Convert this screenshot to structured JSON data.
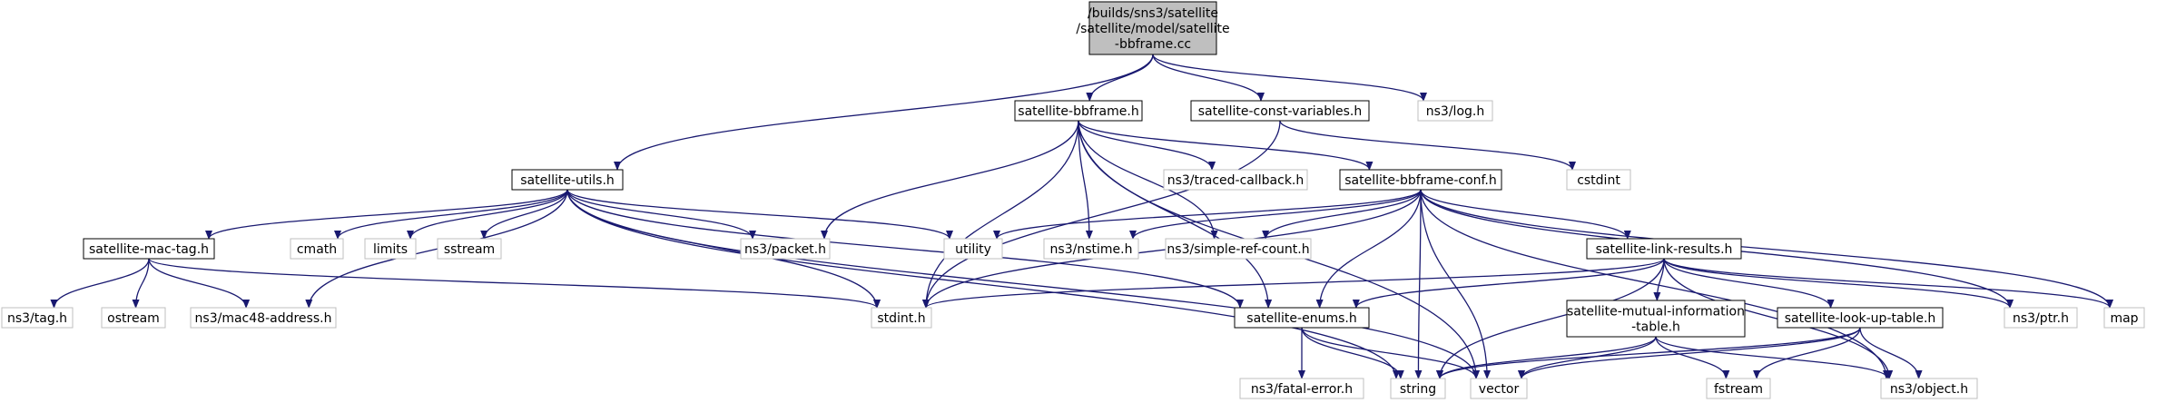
{
  "colors": {
    "edge": "#191970",
    "root_fill": "#bfbfbf",
    "boxed_border": "#000000",
    "gray_border": "#bfbfbf",
    "background": "#ffffff"
  },
  "nodes": {
    "root": {
      "lines": [
        "/builds/sns3/satellite",
        "/satellite/model/satellite",
        "-bbframe.cc"
      ],
      "style": "root"
    },
    "bbframe_h": {
      "lines": [
        "satellite-bbframe.h"
      ],
      "style": "boxed"
    },
    "const_vars": {
      "lines": [
        "satellite-const-variables.h"
      ],
      "style": "boxed"
    },
    "ns3_log": {
      "lines": [
        "ns3/log.h"
      ],
      "style": "gray"
    },
    "utils_h": {
      "lines": [
        "satellite-utils.h"
      ],
      "style": "boxed"
    },
    "traced_cb": {
      "lines": [
        "ns3/traced-callback.h"
      ],
      "style": "gray"
    },
    "bbframe_conf": {
      "lines": [
        "satellite-bbframe-conf.h"
      ],
      "style": "boxed"
    },
    "cstdint": {
      "lines": [
        "cstdint"
      ],
      "style": "gray"
    },
    "mac_tag": {
      "lines": [
        "satellite-mac-tag.h"
      ],
      "style": "boxed"
    },
    "cmath": {
      "lines": [
        "cmath"
      ],
      "style": "gray"
    },
    "limits": {
      "lines": [
        "limits"
      ],
      "style": "gray"
    },
    "sstream": {
      "lines": [
        "sstream"
      ],
      "style": "gray"
    },
    "ns3_packet": {
      "lines": [
        "ns3/packet.h"
      ],
      "style": "gray"
    },
    "utility": {
      "lines": [
        "utility"
      ],
      "style": "gray"
    },
    "ns3_nstime": {
      "lines": [
        "ns3/nstime.h"
      ],
      "style": "gray"
    },
    "simple_ref": {
      "lines": [
        "ns3/simple-ref-count.h"
      ],
      "style": "gray"
    },
    "link_results": {
      "lines": [
        "satellite-link-results.h"
      ],
      "style": "boxed"
    },
    "ns3_tag": {
      "lines": [
        "ns3/tag.h"
      ],
      "style": "gray"
    },
    "ostream": {
      "lines": [
        "ostream"
      ],
      "style": "gray"
    },
    "mac48": {
      "lines": [
        "ns3/mac48-address.h"
      ],
      "style": "gray"
    },
    "stdint": {
      "lines": [
        "stdint.h"
      ],
      "style": "gray"
    },
    "enums_h": {
      "lines": [
        "satellite-enums.h"
      ],
      "style": "boxed"
    },
    "mutual_info": {
      "lines": [
        "satellite-mutual-information",
        "-table.h"
      ],
      "style": "boxed"
    },
    "lookup_table": {
      "lines": [
        "satellite-look-up-table.h"
      ],
      "style": "boxed"
    },
    "ns3_ptr": {
      "lines": [
        "ns3/ptr.h"
      ],
      "style": "gray"
    },
    "map": {
      "lines": [
        "map"
      ],
      "style": "gray"
    },
    "fatal_error": {
      "lines": [
        "ns3/fatal-error.h"
      ],
      "style": "gray"
    },
    "string": {
      "lines": [
        "string"
      ],
      "style": "gray"
    },
    "vector": {
      "lines": [
        "vector"
      ],
      "style": "gray"
    },
    "fstream": {
      "lines": [
        "fstream"
      ],
      "style": "gray"
    },
    "ns3_object": {
      "lines": [
        "ns3/object.h"
      ],
      "style": "gray"
    }
  },
  "edges": [
    [
      "root",
      "bbframe_h"
    ],
    [
      "root",
      "const_vars"
    ],
    [
      "root",
      "ns3_log"
    ],
    [
      "root",
      "utils_h"
    ],
    [
      "bbframe_h",
      "traced_cb"
    ],
    [
      "bbframe_h",
      "bbframe_conf"
    ],
    [
      "bbframe_h",
      "ns3_packet"
    ],
    [
      "bbframe_h",
      "ns3_nstime"
    ],
    [
      "bbframe_h",
      "simple_ref"
    ],
    [
      "bbframe_h",
      "stdint"
    ],
    [
      "bbframe_h",
      "enums_h"
    ],
    [
      "bbframe_h",
      "vector"
    ],
    [
      "const_vars",
      "cstdint"
    ],
    [
      "const_vars",
      "stdint"
    ],
    [
      "utils_h",
      "mac_tag"
    ],
    [
      "utils_h",
      "cmath"
    ],
    [
      "utils_h",
      "limits"
    ],
    [
      "utils_h",
      "sstream"
    ],
    [
      "utils_h",
      "ns3_packet"
    ],
    [
      "utils_h",
      "utility"
    ],
    [
      "utils_h",
      "mac48"
    ],
    [
      "utils_h",
      "stdint"
    ],
    [
      "utils_h",
      "enums_h"
    ],
    [
      "utils_h",
      "string"
    ],
    [
      "utils_h",
      "vector"
    ],
    [
      "mac_tag",
      "ns3_tag"
    ],
    [
      "mac_tag",
      "ostream"
    ],
    [
      "mac_tag",
      "mac48"
    ],
    [
      "mac_tag",
      "stdint"
    ],
    [
      "bbframe_conf",
      "utility"
    ],
    [
      "bbframe_conf",
      "ns3_nstime"
    ],
    [
      "bbframe_conf",
      "simple_ref"
    ],
    [
      "bbframe_conf",
      "link_results"
    ],
    [
      "bbframe_conf",
      "stdint"
    ],
    [
      "bbframe_conf",
      "enums_h"
    ],
    [
      "bbframe_conf",
      "ns3_ptr"
    ],
    [
      "bbframe_conf",
      "map"
    ],
    [
      "bbframe_conf",
      "string"
    ],
    [
      "bbframe_conf",
      "vector"
    ],
    [
      "bbframe_conf",
      "ns3_object"
    ],
    [
      "link_results",
      "stdint"
    ],
    [
      "link_results",
      "enums_h"
    ],
    [
      "link_results",
      "mutual_info"
    ],
    [
      "link_results",
      "lookup_table"
    ],
    [
      "link_results",
      "ns3_ptr"
    ],
    [
      "link_results",
      "map"
    ],
    [
      "link_results",
      "string"
    ],
    [
      "link_results",
      "ns3_object"
    ],
    [
      "enums_h",
      "fatal_error"
    ],
    [
      "enums_h",
      "string"
    ],
    [
      "enums_h",
      "vector"
    ],
    [
      "mutual_info",
      "string"
    ],
    [
      "mutual_info",
      "vector"
    ],
    [
      "mutual_info",
      "fstream"
    ],
    [
      "mutual_info",
      "ns3_object"
    ],
    [
      "lookup_table",
      "string"
    ],
    [
      "lookup_table",
      "vector"
    ],
    [
      "lookup_table",
      "fstream"
    ],
    [
      "lookup_table",
      "ns3_object"
    ]
  ]
}
